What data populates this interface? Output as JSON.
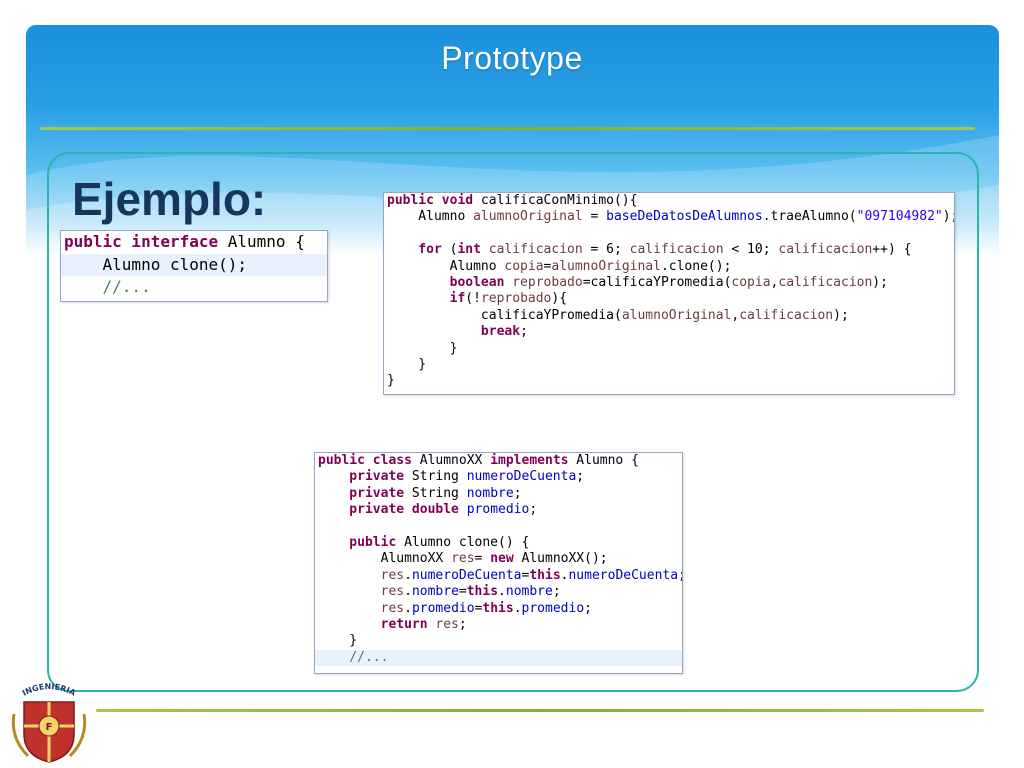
{
  "slide": {
    "title": "Prototype",
    "heading": "Ejemplo:",
    "logo_text": "INGENIERIA",
    "colors": {
      "header_blue": "#1b8fdc",
      "accent_green": "#8ab83b",
      "panel_border": "#2ab5a8",
      "heading_text": "#17365d"
    }
  },
  "code_interface": {
    "lines": [
      [
        [
          "kw",
          "public interface "
        ],
        [
          "plain",
          "Alumno {"
        ]
      ],
      [
        [
          "plain",
          "    Alumno clone();"
        ]
      ],
      [
        [
          "com",
          "    //..."
        ]
      ]
    ]
  },
  "code_method": {
    "lines": [
      [
        [
          "kw",
          "public void "
        ],
        [
          "plain",
          "calificaConMinimo(){"
        ]
      ],
      [
        [
          "plain",
          "    Alumno "
        ],
        [
          "var",
          "alumnoOriginal"
        ],
        [
          "plain",
          " = "
        ],
        [
          "fld",
          "baseDeDatosDeAlumnos"
        ],
        [
          "plain",
          ".traeAlumno("
        ],
        [
          "str",
          "\"097104982\""
        ],
        [
          "plain",
          ");"
        ]
      ],
      [
        [
          "plain",
          ""
        ]
      ],
      [
        [
          "kw",
          "    for "
        ],
        [
          "plain",
          "("
        ],
        [
          "kw",
          "int "
        ],
        [
          "var",
          "calificacion"
        ],
        [
          "plain",
          " = 6; "
        ],
        [
          "var",
          "calificacion"
        ],
        [
          "plain",
          " < 10; "
        ],
        [
          "var",
          "calificacion"
        ],
        [
          "plain",
          "++) {"
        ]
      ],
      [
        [
          "plain",
          "        Alumno "
        ],
        [
          "var",
          "copia"
        ],
        [
          "plain",
          "="
        ],
        [
          "var",
          "alumnoOriginal"
        ],
        [
          "plain",
          ".clone();"
        ]
      ],
      [
        [
          "kw",
          "        boolean "
        ],
        [
          "var",
          "reprobado"
        ],
        [
          "plain",
          "=calificaYPromedia("
        ],
        [
          "var",
          "copia"
        ],
        [
          "plain",
          ","
        ],
        [
          "var",
          "calificacion"
        ],
        [
          "plain",
          ");"
        ]
      ],
      [
        [
          "kw",
          "        if"
        ],
        [
          "plain",
          "(!"
        ],
        [
          "var",
          "reprobado"
        ],
        [
          "plain",
          "){"
        ]
      ],
      [
        [
          "plain",
          "            calificaYPromedia("
        ],
        [
          "var",
          "alumnoOriginal"
        ],
        [
          "plain",
          ","
        ],
        [
          "var",
          "calificacion"
        ],
        [
          "plain",
          ");"
        ]
      ],
      [
        [
          "kw",
          "            break"
        ],
        [
          "plain",
          ";"
        ]
      ],
      [
        [
          "plain",
          "        }"
        ]
      ],
      [
        [
          "plain",
          "    }"
        ]
      ],
      [
        [
          "plain",
          "}"
        ]
      ]
    ]
  },
  "code_class": {
    "lines": [
      [
        [
          "kw",
          "public class "
        ],
        [
          "plain",
          "AlumnoXX "
        ],
        [
          "kw",
          "implements "
        ],
        [
          "plain",
          "Alumno {"
        ]
      ],
      [
        [
          "kw",
          "    private "
        ],
        [
          "plain",
          "String "
        ],
        [
          "fld",
          "numeroDeCuenta"
        ],
        [
          "plain",
          ";"
        ]
      ],
      [
        [
          "kw",
          "    private "
        ],
        [
          "plain",
          "String "
        ],
        [
          "fld",
          "nombre"
        ],
        [
          "plain",
          ";"
        ]
      ],
      [
        [
          "kw",
          "    private double "
        ],
        [
          "fld",
          "promedio"
        ],
        [
          "plain",
          ";"
        ]
      ],
      [
        [
          "plain",
          ""
        ]
      ],
      [
        [
          "kw",
          "    public "
        ],
        [
          "plain",
          "Alumno clone() {"
        ]
      ],
      [
        [
          "plain",
          "        AlumnoXX "
        ],
        [
          "var",
          "res"
        ],
        [
          "plain",
          "= "
        ],
        [
          "kw",
          "new "
        ],
        [
          "plain",
          "AlumnoXX();"
        ]
      ],
      [
        [
          "plain",
          "        "
        ],
        [
          "var",
          "res"
        ],
        [
          "plain",
          "."
        ],
        [
          "fld",
          "numeroDeCuenta"
        ],
        [
          "plain",
          "="
        ],
        [
          "kw",
          "this"
        ],
        [
          "plain",
          "."
        ],
        [
          "fld",
          "numeroDeCuenta"
        ],
        [
          "plain",
          ";"
        ]
      ],
      [
        [
          "plain",
          "        "
        ],
        [
          "var",
          "res"
        ],
        [
          "plain",
          "."
        ],
        [
          "fld",
          "nombre"
        ],
        [
          "plain",
          "="
        ],
        [
          "kw",
          "this"
        ],
        [
          "plain",
          "."
        ],
        [
          "fld",
          "nombre"
        ],
        [
          "plain",
          ";"
        ]
      ],
      [
        [
          "plain",
          "        "
        ],
        [
          "var",
          "res"
        ],
        [
          "plain",
          "."
        ],
        [
          "fld",
          "promedio"
        ],
        [
          "plain",
          "="
        ],
        [
          "kw",
          "this"
        ],
        [
          "plain",
          "."
        ],
        [
          "fld",
          "promedio"
        ],
        [
          "plain",
          ";"
        ]
      ],
      [
        [
          "kw",
          "        return "
        ],
        [
          "var",
          "res"
        ],
        [
          "plain",
          ";"
        ]
      ],
      [
        [
          "plain",
          "    }"
        ]
      ],
      [
        [
          "com",
          "    //..."
        ]
      ]
    ]
  }
}
